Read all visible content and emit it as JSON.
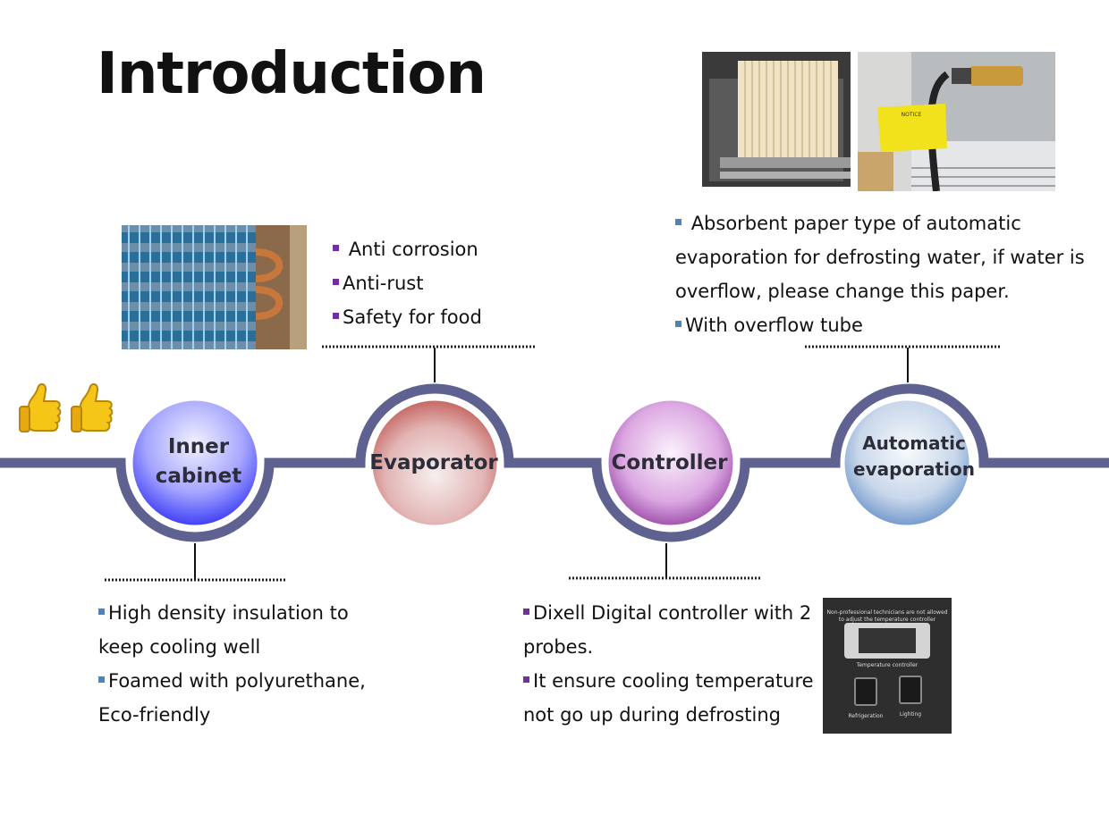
{
  "title": "Introduction",
  "nodes": [
    {
      "label": "Inner cabinet",
      "color": "#5050ff"
    },
    {
      "label": "Evaporator",
      "color": "#c0504d"
    },
    {
      "label": "Controller",
      "color": "#8e2f9e"
    },
    {
      "label": "Automatic evaporation",
      "color": "#4f81bd"
    }
  ],
  "track_color": "#5f6190",
  "evaporator_bullets": [
    "Anti corrosion",
    "Anti-rust",
    "Safety for food"
  ],
  "evaporation_bullets": {
    "line1": "Absorbent paper type of automatic",
    "line2": "evaporation for defrosting water, if water is",
    "line3": "overflow, please change this paper.",
    "line4": "With overflow tube"
  },
  "cabinet_bullets": {
    "line1": "High density insulation to",
    "line2": "keep cooling well",
    "line3": "Foamed with polyurethane,",
    "line4": "Eco-friendly"
  },
  "controller_bullets": {
    "line1": "Dixell Digital controller with 2",
    "line2": "probes.",
    "line3": "It ensure cooling temperature",
    "line4": "not go up during defrosting"
  },
  "photo_text": {
    "notice": "NOTICE",
    "panel_warning_1": "Non-professional technicians are not allowed",
    "panel_warning_2": "to adjust the temperature controller",
    "panel_label": "Temperature controller",
    "switch_left": "Refrigeration",
    "switch_right": "Lighting"
  },
  "icons": [
    "thumbs-up-icon",
    "thumbs-up-icon"
  ]
}
